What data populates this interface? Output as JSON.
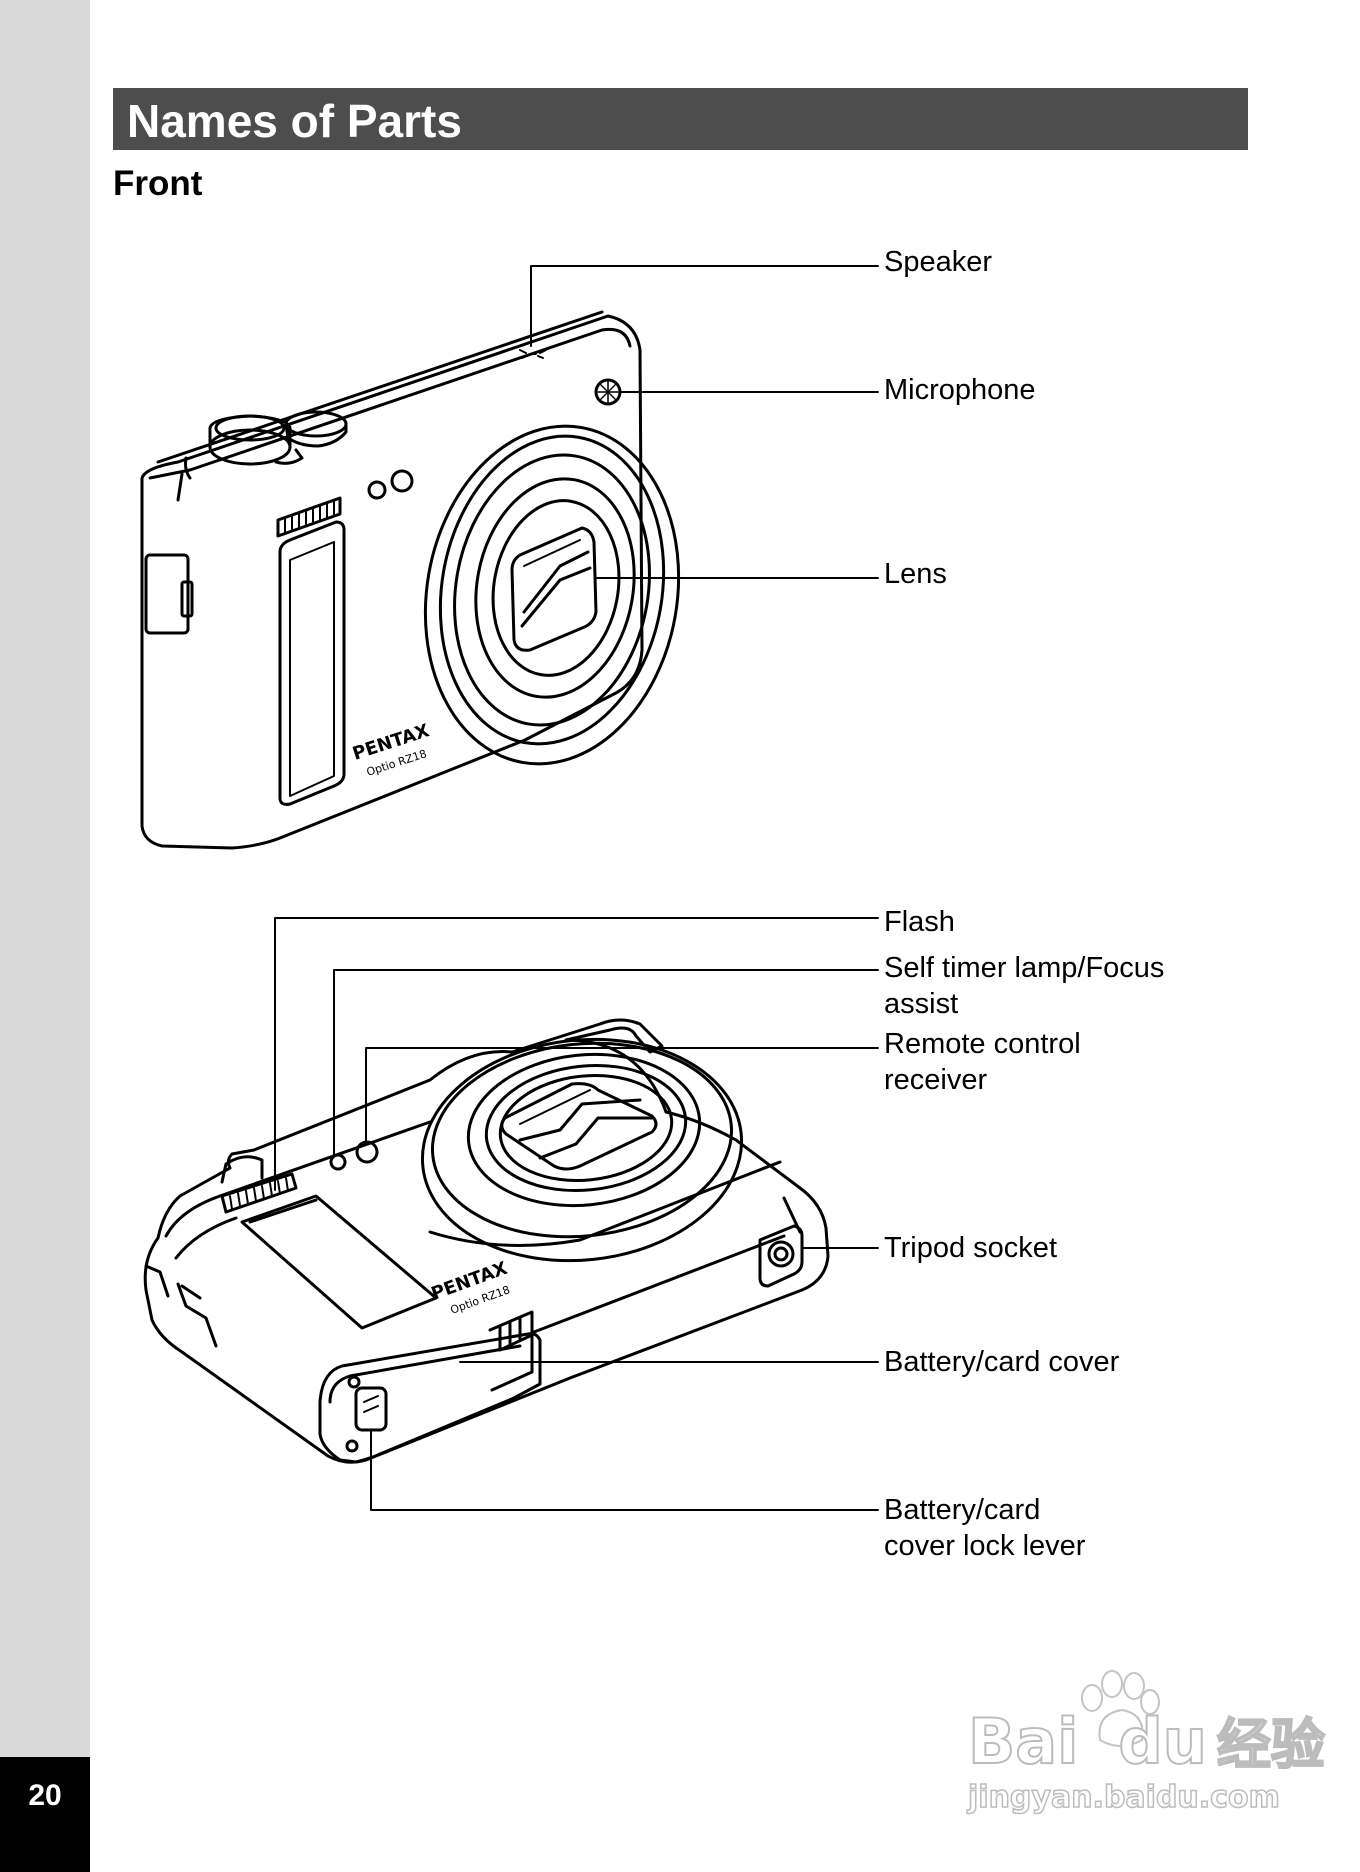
{
  "page": {
    "title": "Names of Parts",
    "section": "Front",
    "page_number": "20"
  },
  "callouts": {
    "speaker": "Speaker",
    "microphone": "Microphone",
    "lens": "Lens",
    "flash": "Flash",
    "self_timer_line1": "Self timer lamp/Focus",
    "self_timer_line2": "assist",
    "remote_line1": "Remote control",
    "remote_line2": "receiver",
    "tripod": "Tripod socket",
    "battery_cover": "Battery/card cover",
    "battery_lock_line1": "Battery/card",
    "battery_lock_line2": "cover lock lever"
  },
  "camera": {
    "brand": "PENTAX",
    "model": "Optio RZ18"
  },
  "watermark": {
    "logo": "Bai",
    "logo_end": "du",
    "cn": "经验",
    "url": "jingyan.baidu.com"
  },
  "colors": {
    "title_bar": "#4d4d4d",
    "sidebar": "#d9d9d9",
    "page_number_bg": "#000000"
  }
}
